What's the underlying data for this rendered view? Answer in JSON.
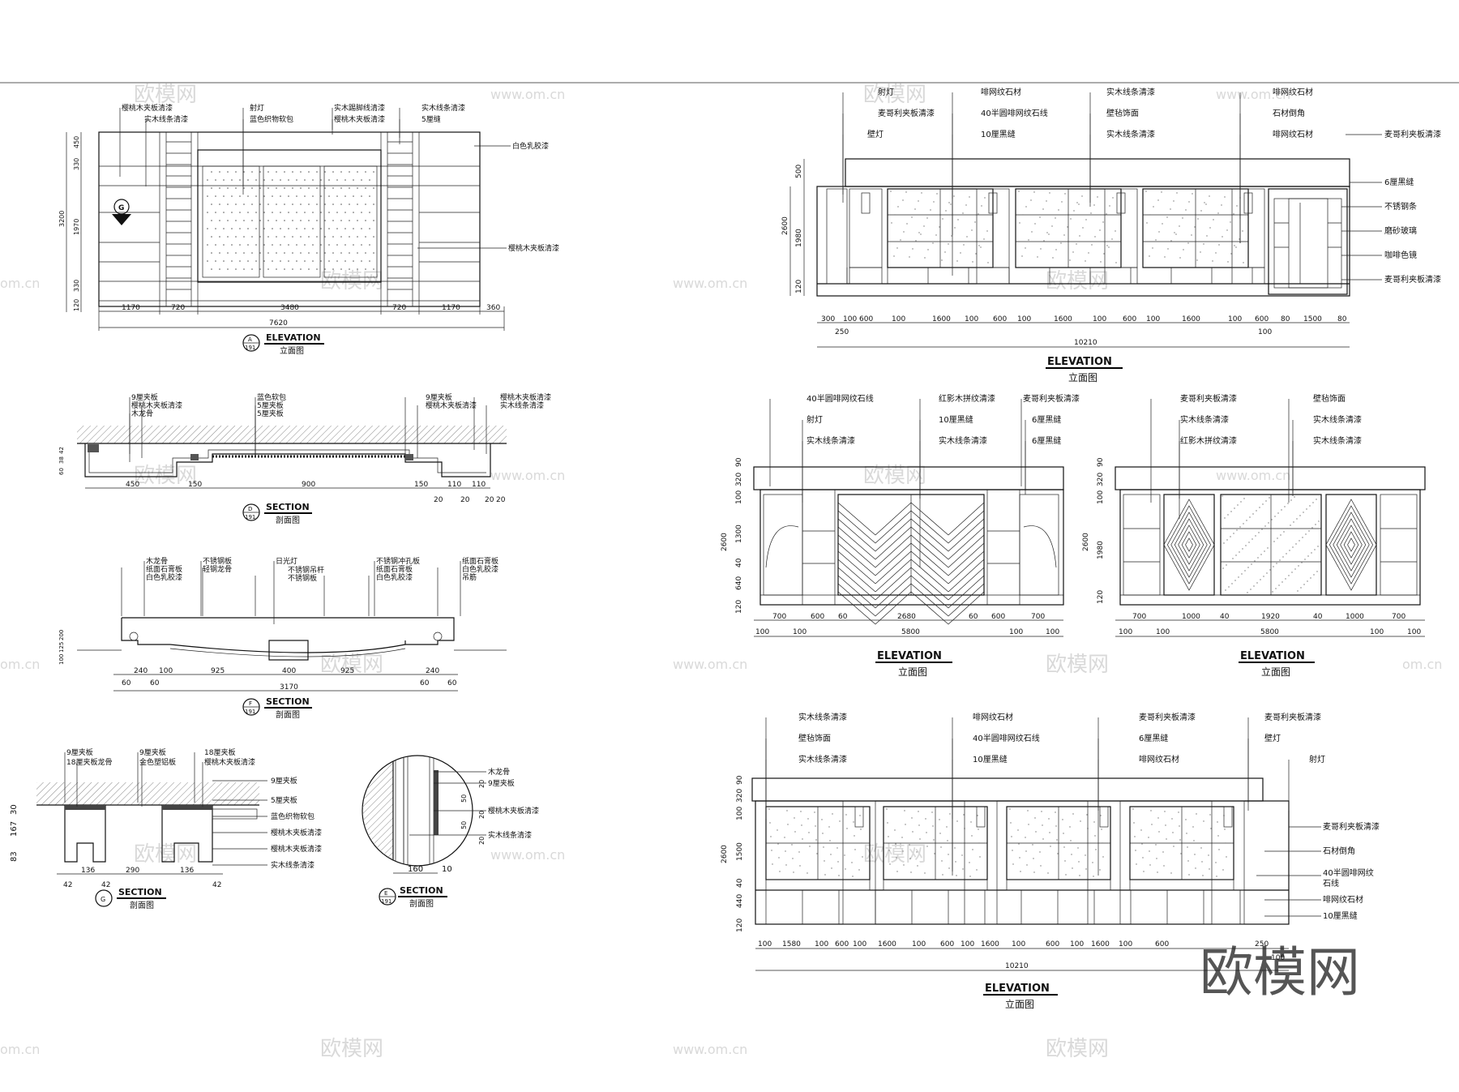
{
  "watermark": {
    "brand": "欧模网",
    "url": "www.om.cn",
    "url_short": "om.cn",
    "corner": "欧模网"
  },
  "drawings": {
    "A": {
      "title": "ELEVATION",
      "subtitle": "立面图",
      "tag_letter": "A",
      "tag_sheet": "191",
      "marker": "G",
      "labels": [
        "樱桃木夹板清漆",
        "实木线条清漆",
        "射灯",
        "蓝色织物软包",
        "实木踢脚线清漆",
        "樱桃木夹板清漆",
        "实木线条清漆",
        "5厘缝",
        "白色乳胶漆",
        "樱桃木夹板清漆"
      ],
      "dims_h": [
        "1170",
        "720",
        "3480",
        "720",
        "1170",
        "360"
      ],
      "total": "7620",
      "dims_v": [
        "450",
        "330",
        "1970",
        "330",
        "120"
      ],
      "overall_v": "3200"
    },
    "D": {
      "title": "SECTION",
      "subtitle": "剖面图",
      "tag_letter": "D",
      "tag_sheet": "191",
      "labels": [
        "9厘夹板",
        "樱桃木夹板清漆",
        "木龙骨",
        "蓝色软包",
        "5厘夹板",
        "5厘夹板",
        "9厘夹板",
        "樱桃木夹板清漆",
        "樱桃木夹板清漆",
        "实木线条清漆"
      ],
      "dims_h": [
        "450",
        "150",
        "900",
        "150",
        "110",
        "110"
      ],
      "dims_small": [
        "20",
        "20",
        "20",
        "20"
      ],
      "dims_v": [
        "42",
        "38",
        "60"
      ]
    },
    "F": {
      "title": "SECTION",
      "subtitle": "剖面图",
      "tag_letter": "F",
      "tag_sheet": "191",
      "labels": [
        "木龙骨",
        "纸面石膏板",
        "白色乳胶漆",
        "不锈钢板",
        "轻钢龙骨",
        "日光灯",
        "不锈钢吊杆",
        "不锈钢板",
        "不锈钢冲孔板",
        "纸面石膏板",
        "白色乳胶漆",
        "纸面石膏板",
        "白色乳胶漆",
        "吊筋"
      ],
      "dims_h": [
        "240",
        "100",
        "925",
        "400",
        "925",
        "240"
      ],
      "dims_small": [
        "60",
        "60",
        "60",
        "60"
      ],
      "total": "3170",
      "dims_v": [
        "200",
        "125",
        "100"
      ]
    },
    "G": {
      "title": "SECTION",
      "subtitle": "剖面图",
      "tag_letter": "G",
      "labels": [
        "9厘夹板",
        "18厘夹板龙骨",
        "9厘夹板",
        "金色塑铝板",
        "18厘夹板",
        "樱桃木夹板清漆",
        "9厘夹板",
        "5厘夹板",
        "蓝色织物软包",
        "樱桃木夹板清漆",
        "樱桃木夹板清漆",
        "实木线条清漆"
      ],
      "dims_h": [
        "42",
        "136",
        "42",
        "290",
        "136",
        "42"
      ],
      "dims_v": [
        "30",
        "167",
        "83"
      ]
    },
    "E": {
      "title": "SECTION",
      "subtitle": "剖面图",
      "tag_letter": "E",
      "tag_sheet": "191",
      "labels": [
        "木龙骨",
        "9厘夹板",
        "樱桃木夹板清漆",
        "实木线条清漆"
      ],
      "dims_h": [
        "160",
        "10"
      ],
      "dims_v": [
        "20",
        "50",
        "20",
        "50",
        "20"
      ]
    },
    "R1": {
      "title": "ELEVATION",
      "subtitle": "立面图",
      "labels": [
        "射灯",
        "麦哥利夹板清漆",
        "壁灯",
        "啡网纹石材",
        "40半圆啡网纹石线",
        "10厘黑缝",
        "实木线条清漆",
        "壁毡饰面",
        "实木线条清漆",
        "啡网纹石材",
        "石材倒角",
        "啡网纹石材",
        "麦哥利夹板清漆",
        "6厘黑缝",
        "不锈钢条",
        "磨砂玻璃",
        "咖啡色镜",
        "麦哥利夹板清漆"
      ],
      "dims_h": [
        "300",
        "100",
        "600",
        "100",
        "1600",
        "100",
        "600",
        "100",
        "1600",
        "100",
        "600",
        "100",
        "1600",
        "100",
        "600",
        "80",
        "1500",
        "80"
      ],
      "dims_sub": [
        "250",
        "100"
      ],
      "total": "10210",
      "dims_v": [
        "500",
        "1980",
        "120"
      ],
      "overall_v": "2600"
    },
    "R2": {
      "title": "ELEVATION",
      "subtitle": "立面图",
      "labels": [
        "40半圆啡网纹石线",
        "射灯",
        "实木线条清漆",
        "红影木拼纹清漆",
        "10厘黑缝",
        "实木线条清漆",
        "麦哥利夹板清漆",
        "6厘黑缝",
        "6厘黑缝"
      ],
      "dims_h": [
        "700",
        "600",
        "60",
        "2680",
        "60",
        "600",
        "700"
      ],
      "dims_sub": [
        "100",
        "100",
        "100",
        "100"
      ],
      "total": "5800",
      "dims_v": [
        "90",
        "320",
        "100",
        "1300",
        "40",
        "640",
        "120"
      ],
      "overall_v": "2600"
    },
    "R3": {
      "title": "ELEVATION",
      "subtitle": "立面图",
      "labels": [
        "麦哥利夹板清漆",
        "实木线条清漆",
        "红影木拼纹清漆",
        "壁毡饰面",
        "实木线条清漆",
        "实木线条清漆"
      ],
      "dims_h": [
        "700",
        "1000",
        "40",
        "1920",
        "40",
        "1000",
        "700"
      ],
      "dims_sub": [
        "100",
        "100",
        "100",
        "100"
      ],
      "total": "5800",
      "dims_v": [
        "90",
        "320",
        "100",
        "1980",
        "120"
      ],
      "overall_v": "2600"
    },
    "R4": {
      "title": "ELEVATION",
      "subtitle": "立面图",
      "labels_left": [
        "实木线条清漆",
        "壁毡饰面",
        "实木线条清漆"
      ],
      "labels_top": [
        "啡网纹石材",
        "40半圆啡网纹石线",
        "10厘黑缝",
        "麦哥利夹板清漆",
        "6厘黑缝",
        "啡网纹石材",
        "麦哥利夹板清漆",
        "壁灯",
        "射灯"
      ],
      "labels_right": [
        "麦哥利夹板清漆",
        "石材倒角",
        "40半圆啡网纹",
        "石线",
        "啡网纹石材",
        "10厘黑缝"
      ],
      "dims_h": [
        "100",
        "1580",
        "100",
        "600",
        "100",
        "1600",
        "100",
        "600",
        "100",
        "1600",
        "100",
        "600",
        "100",
        "1600",
        "100",
        "600",
        "250"
      ],
      "dims_sub": [
        "100"
      ],
      "total": "10210",
      "dims_v": [
        "90",
        "320",
        "100",
        "1500",
        "40",
        "440",
        "120"
      ],
      "overall_v": "2600"
    }
  }
}
